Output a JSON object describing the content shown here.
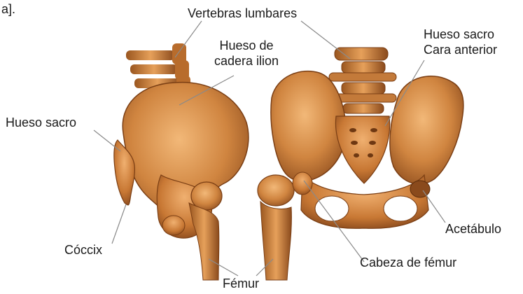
{
  "fragment_text": "a].",
  "labels": {
    "vertebras_lumbares": "Vertebras lumbares",
    "hueso_cadera_line1": "Hueso de",
    "hueso_cadera_line2": "cadera ilion",
    "hueso_sacro_right_line1": "Hueso sacro",
    "hueso_sacro_right_line2": "Cara anterior",
    "hueso_sacro_left": "Hueso sacro",
    "coccix": "Cóccix",
    "acetabulo": "Acetábulo",
    "cabeza_femur": "Cabeza de fémur",
    "femur": "Fémur"
  },
  "colors": {
    "bone_light": "#e9a45a",
    "bone_mid": "#c97a34",
    "bone_dark": "#8a4a1c",
    "leader_line": "#8a8a8a",
    "text": "#1a1a1a"
  }
}
